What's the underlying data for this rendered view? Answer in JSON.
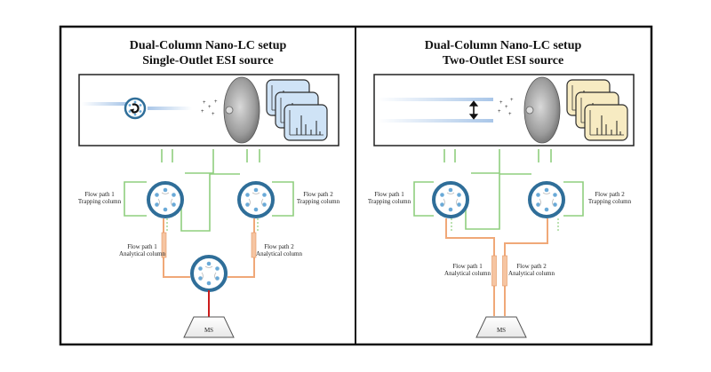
{
  "colors": {
    "frame": "#111111",
    "valve_ring": "#2f6e99",
    "valve_dot": "#6aaad8",
    "trap_line": "#8fcf7e",
    "analytical_line": "#f0a878",
    "ms_line": "#cc1c1c",
    "beam": "#bcd4ee",
    "spectrum_blue": "#cfe3f6",
    "spectrum_yellow": "#f7ebc2",
    "disc": "#9a9a9a"
  },
  "left_panel": {
    "title_line1": "Dual-Column Nano-LC setup",
    "title_line2": "Single-Outlet ESI source",
    "flow1_trap_line1": "Flow path 1",
    "flow1_trap_line2": "Trapping column",
    "flow2_trap_line1": "Flow path 2",
    "flow2_trap_line2": "Trapping column",
    "flow1_anal_line1": "Flow path 1",
    "flow1_anal_line2": "Analytical column",
    "flow2_anal_line1": "Flow path 2",
    "flow2_anal_line2": "Analytical column",
    "ms_label": "MS",
    "icons": [
      "rotation-arrow-icon",
      "ion-source-disc-icon",
      "mass-spectrum-stack-icon"
    ]
  },
  "right_panel": {
    "title_line1": "Dual-Column Nano-LC setup",
    "title_line2": "Two-Outlet ESI source",
    "flow1_trap_line1": "Flow path 1",
    "flow1_trap_line2": "Trapping column",
    "flow2_trap_line1": "Flow path 2",
    "flow2_trap_line2": "Trapping column",
    "flow1_anal_line1": "Flow path 1",
    "flow1_anal_line2": "Analytical column",
    "flow2_anal_line1": "Flow path 2",
    "flow2_anal_line2": "Analytical column",
    "ms_label": "MS",
    "icons": [
      "double-arrow-icon",
      "ion-source-disc-icon",
      "mass-spectrum-stack-icon"
    ]
  }
}
